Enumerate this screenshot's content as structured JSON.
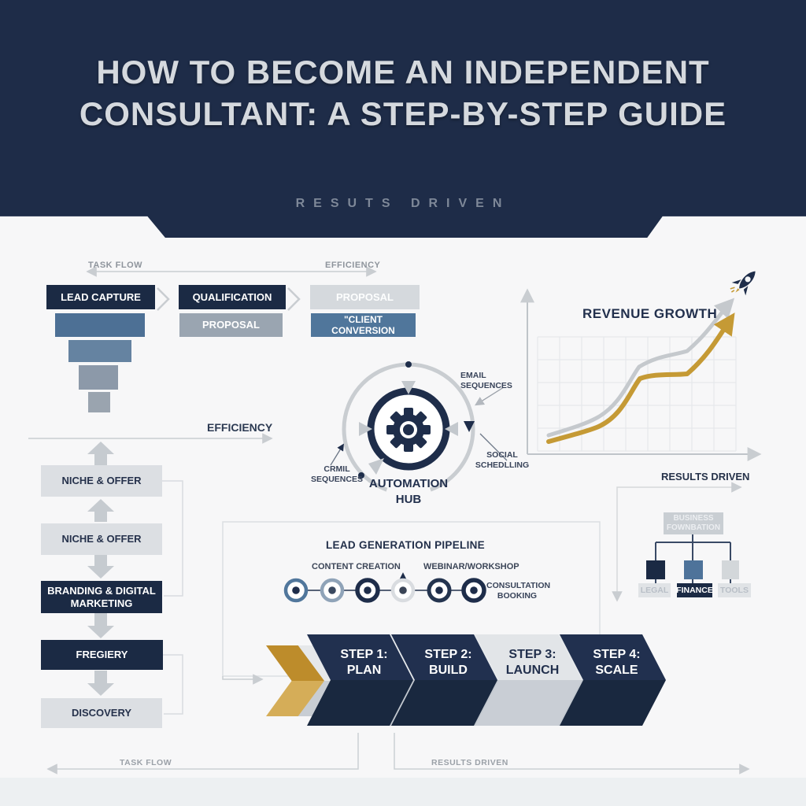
{
  "header": {
    "title_line1": "HOW TO BECOME AN INDEPENDENT",
    "title_line2": "CONSULTANT: A STEP-BY-STEP GUIDE",
    "subtitle": "RESUTS DRIVEN"
  },
  "top_flow": {
    "task_flow_label": "TASK FLOW",
    "efficiency_label": "EFFICIENCY",
    "row1": [
      {
        "label": "LEAD CAPTURE"
      },
      {
        "label": "QUALIFICATION"
      },
      {
        "label": "PROPOSAL"
      }
    ],
    "row2": [
      {
        "label": "PROPOSAL"
      },
      {
        "label": "\"CLIENT CONVERSION"
      }
    ]
  },
  "efficiency_mid_label": "EFFICIENCY",
  "left_flow": {
    "items": [
      {
        "label": "NICHE & OFFER"
      },
      {
        "label": "NICHE & OFFER"
      },
      {
        "line1": "BRANDING & DIGITAL",
        "line2": "MARKETING"
      },
      {
        "label": "FREGIERY"
      },
      {
        "label": "DISCOVERY"
      }
    ]
  },
  "automation_hub": {
    "line1": "AUTOMATION",
    "line2": "HUB",
    "email_label": "EMAIL SEQUENCES",
    "crm_line1": "CRMIL",
    "crm_line2": "SEQUENCES",
    "social_line1": "SOCIAL",
    "social_line2": "SCHEDLLING"
  },
  "revenue_chart": {
    "title": "REVENUE GROWTH",
    "chart_data": {
      "type": "line",
      "x": [
        0,
        1,
        2,
        3,
        4
      ],
      "series": [
        {
          "name": "benchmark-gray",
          "y": [
            0.1,
            0.22,
            0.55,
            0.65,
            0.97
          ]
        },
        {
          "name": "revenue-gold",
          "y": [
            0.07,
            0.16,
            0.5,
            0.52,
            0.88
          ]
        }
      ],
      "grid": true,
      "axes_labeled": false
    }
  },
  "lead_pipeline": {
    "title": "LEAD GENERATION PIPELINE",
    "content_creation_label": "CONTENT CREATION",
    "webinar_label": "WEBINAR/WORKSHOP",
    "consultation_line1": "CONSULTATION",
    "consultation_line2": "BOOKING",
    "node_count": 6
  },
  "business_foundation": {
    "results_driven_label": "RESULTS DRIVEN",
    "title_line1": "BUSINESS",
    "title_line2": "FOWNBATION",
    "children": [
      {
        "label": "LEGAL"
      },
      {
        "label": "FINANCE"
      },
      {
        "label": "TOOLS"
      }
    ]
  },
  "steps": [
    {
      "line1": "STEP 1:",
      "line2": "PLAN"
    },
    {
      "line1": "STEP 2:",
      "line2": "BUILD"
    },
    {
      "line1": "STEP 3:",
      "line2": "LAUNCH"
    },
    {
      "line1": "STEP 4:",
      "line2": "SCALE"
    }
  ],
  "footer": {
    "task_flow_label": "TASK FLOW",
    "results_driven_label": "RESULTS DRIVEN"
  },
  "colors": {
    "navy": "#1b2a44",
    "steel_blue": "#4f769b",
    "gold": "#c59a35",
    "light_gray": "#dcdfe3",
    "mid_gray": "#9aa5b1",
    "line_gray": "#c9cdd1",
    "background": "#f7f7f8"
  }
}
